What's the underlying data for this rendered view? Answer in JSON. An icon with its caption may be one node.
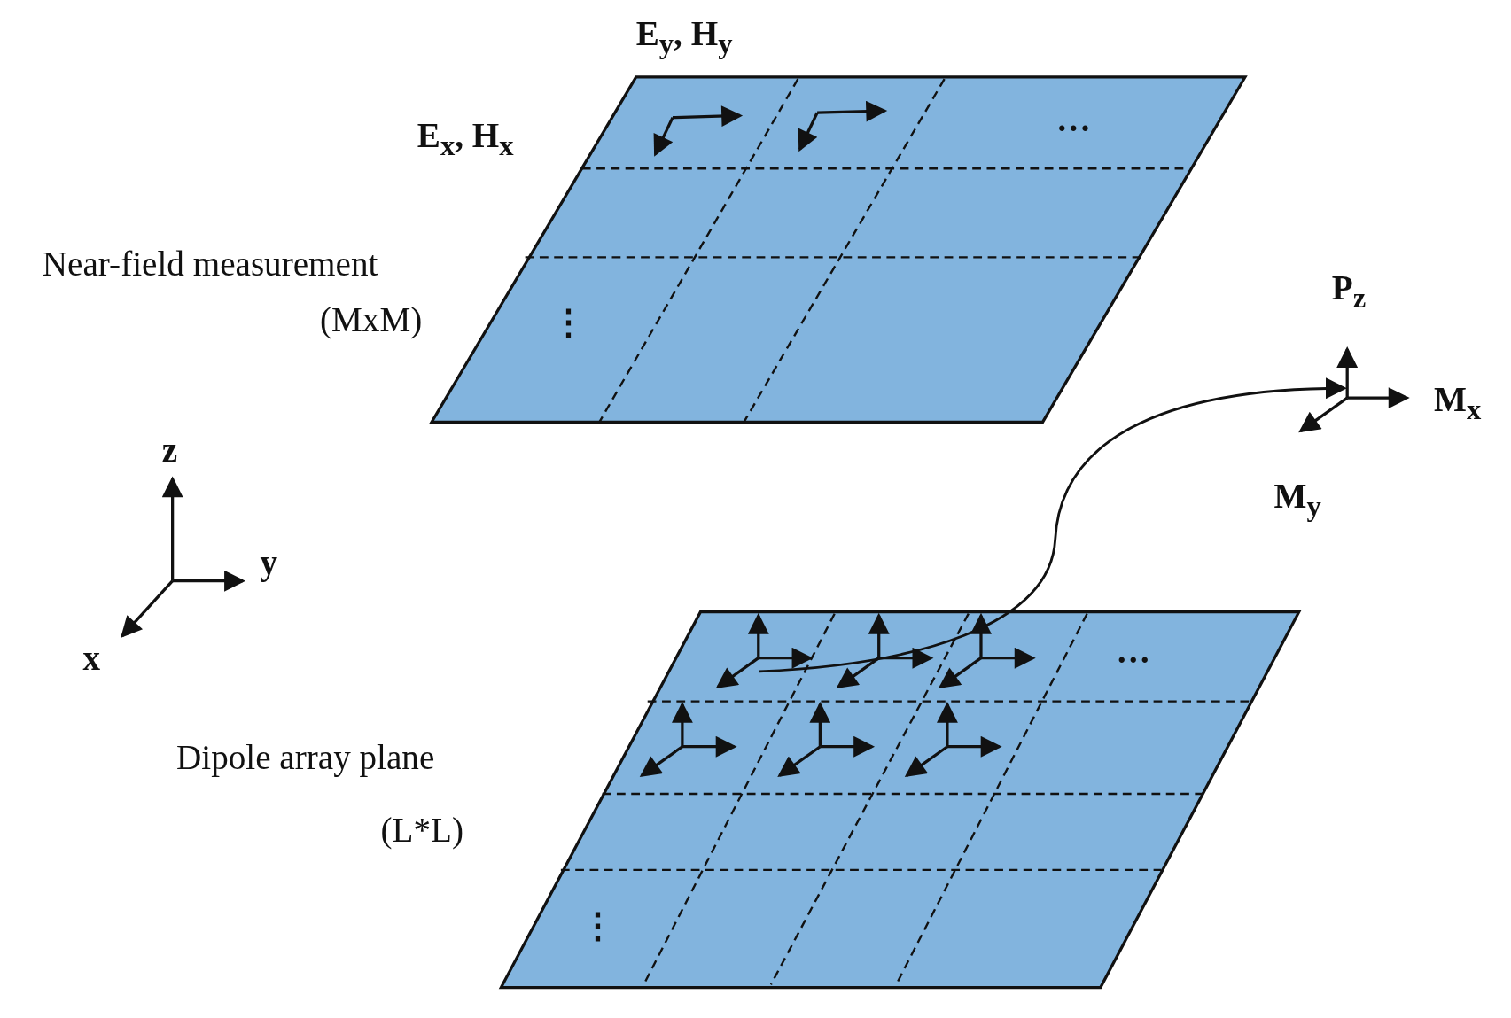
{
  "diagram": {
    "nodes": [
      {
        "text": [],
        "shape": "dipole"
      },
      {
        "text": [
          "P$_{z}$",
          "M$_{x}$",
          "M$_{y}$"
        ]
      }
    ],
    "edges": [
      {
        "from": 0,
        "to": 1,
        "arrow": "to"
      }
    ],
    "labels": [
      "E$_{y}$, H$_{y}$",
      "E$_{x}$, H$_{x}$",
      "···",
      "Near-field measurement",
      "(MxM)",
      "⋮",
      "z",
      "y",
      "x",
      "Dipole array plane",
      "(L*L)",
      "···",
      "⋮"
    ]
  }
}
